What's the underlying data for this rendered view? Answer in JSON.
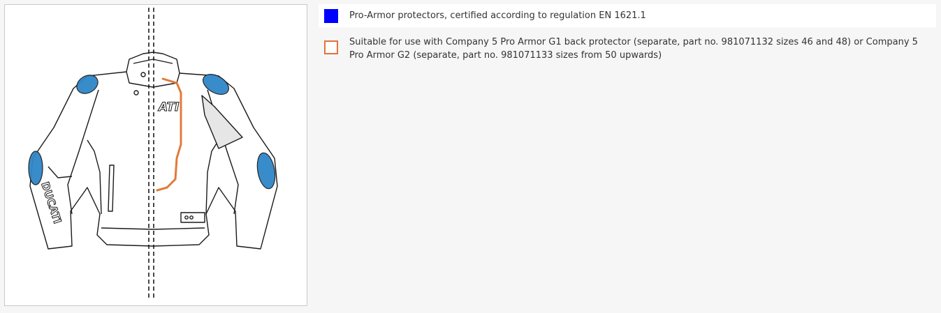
{
  "diagram": {
    "brand_text": "DUCATI",
    "colors": {
      "protector_fill": "#2f86c8",
      "back_protector_outline": "#e07b39",
      "line": "#1a1a1a"
    }
  },
  "legend": {
    "items": [
      {
        "swatch_color": "#0000ff",
        "swatch_style": "filled",
        "text": "Pro-Armor protectors, certified according to regulation EN 1621.1"
      },
      {
        "swatch_color": "#e2723a",
        "swatch_style": "outline",
        "text": "Suitable for use with Company 5 Pro Armor G1 back protector (separate, part no. 981071132 sizes 46 and 48) or Company 5 Pro Armor G2 (separate, part no. 981071133 sizes from 50 upwards)"
      }
    ]
  }
}
